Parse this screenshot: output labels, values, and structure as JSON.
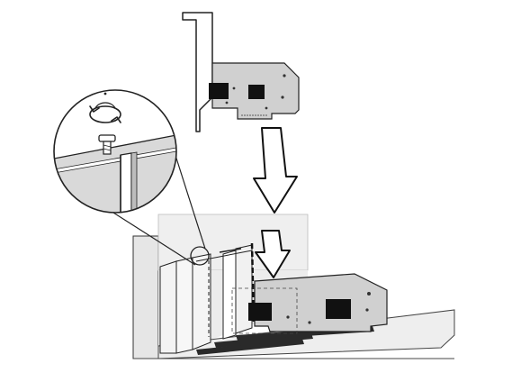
{
  "diagram": {
    "kind": "installation-illustration",
    "subject": "pci-express-network-card-installation",
    "steps": [
      {
        "action": "remove-screw",
        "icon": "screw-rotate-icon"
      },
      {
        "action": "insert-card",
        "icon": "arrow-down-icon"
      }
    ],
    "colors": {
      "line": "#111111",
      "card": "#d0d0d0",
      "chassis": "#ebebeb",
      "slot": "#2a2a2a",
      "chip": "#111111",
      "arrow": "#ffffff"
    }
  }
}
